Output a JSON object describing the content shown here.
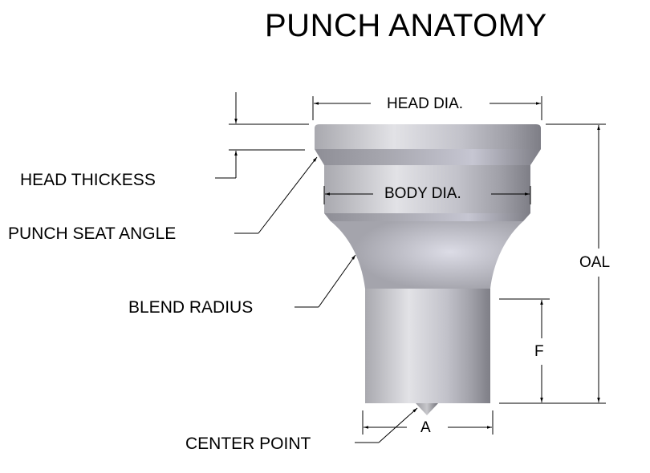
{
  "title": "PUNCH ANATOMY",
  "callouts": {
    "head_thickness": "HEAD THICKESS",
    "punch_seat_angle": "PUNCH SEAT ANGLE",
    "blend_radius": "BLEND RADIUS",
    "center_point": "CENTER POINT"
  },
  "dimensions": {
    "head_dia": "HEAD DIA.",
    "body_dia": "BODY DIA.",
    "oal": "OAL",
    "f": "F",
    "a": "A"
  },
  "colors": {
    "metal_light": "#e4e4e8",
    "metal_mid": "#b8b8be",
    "metal_dark": "#8a8a92",
    "line": "#000000"
  }
}
